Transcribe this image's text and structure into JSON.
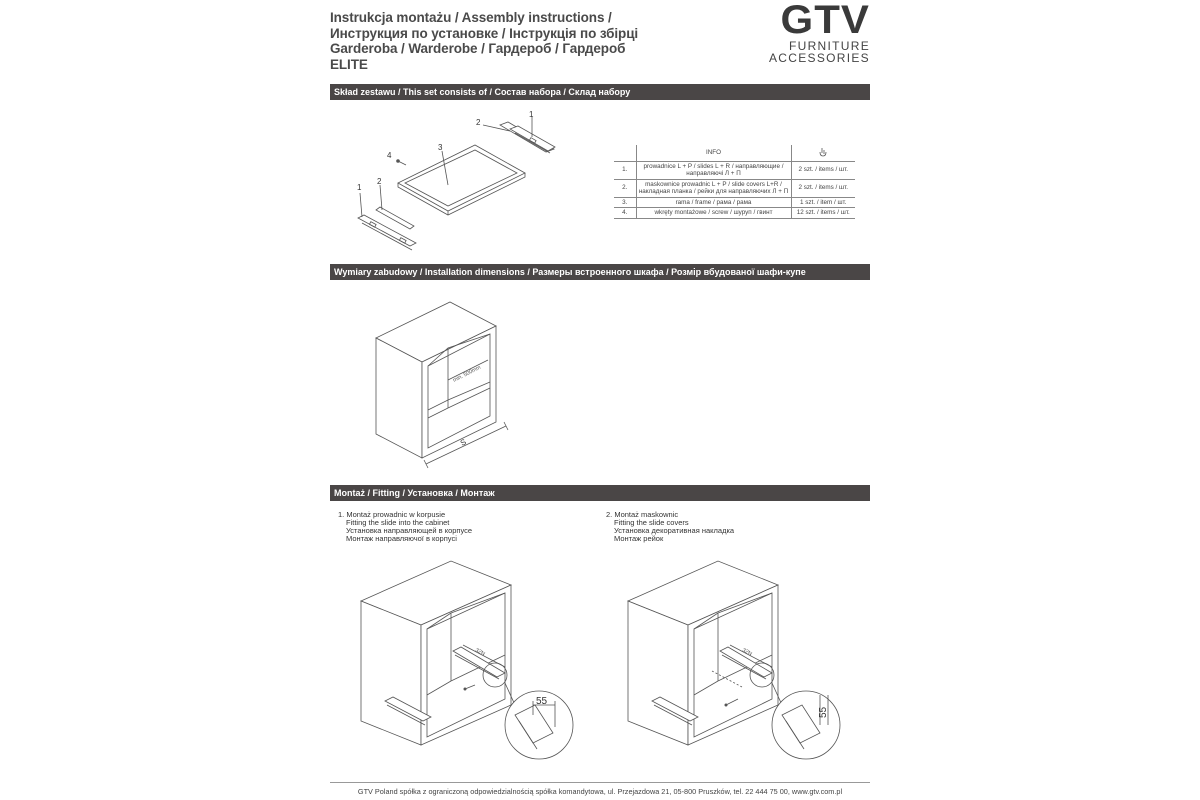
{
  "header": {
    "lines": [
      "Instrukcja montażu / Assembly instructions /",
      "Инструкция по установке / Інструкція по збірці",
      "Garderoba / Warderobe / Гардероб  / Гардероб",
      "ELITE"
    ]
  },
  "logo": {
    "mark": "GTV",
    "line1": "FURNITURE",
    "line2": "ACCESSORIES"
  },
  "sections": {
    "set": "Skład zestawu / This set consists of / Состав набора / Склад набору",
    "dimensions": "Wymiary zabudowy / Installation dimensions / Размеры встроенного шкафа / Розмір вбудованої шафи-купе",
    "fitting": "Montaż / Fitting / Установка / Монтаж"
  },
  "parts_labels": [
    "1",
    "2",
    "3",
    "4",
    "2",
    "1"
  ],
  "info_table": {
    "header": "INFO",
    "rows": [
      {
        "num": "1.",
        "desc": "prowadnice L + P / slides L + R / направляющие / направляючі Л + П",
        "qty": "2 szt. / items / шт."
      },
      {
        "num": "2.",
        "desc": "maskownice prowadnic L + P / slide covers L+R / накладная планка / рейки для направляючих Л + П",
        "qty": "2 szt. / items / шт."
      },
      {
        "num": "3.",
        "desc": "rama / frame / рама / рама",
        "qty": "1 szt. / item / шт."
      },
      {
        "num": "4.",
        "desc": "wkręty montażowe / screw / шуруп / гвинт",
        "qty": "12 szt. / items / шт."
      }
    ]
  },
  "dimension_labels": {
    "inner": "min. 500mm",
    "width": "S"
  },
  "steps": [
    {
      "lines": [
        "1. Montaż prowadnic w korpusie",
        "Fitting the slide into the cabinet",
        "Установка направляющей в корпусе",
        "Монтаж направляючої в корпусі"
      ]
    },
    {
      "lines": [
        "2. Montaż maskownic",
        "Fitting the slide covers",
        "Установка декоративная накладка",
        "Монтаж рейок"
      ]
    }
  ],
  "fitting_labels": {
    "small_dim": "32N",
    "detail_dim": "55"
  },
  "footer": "GTV Poland spółka z ograniczoną odpowiedzialnością spółka komandytowa, ul. Przejazdowa 21, 05-800 Pruszków, tel. 22 444 75 00, www.gtv.com.pl",
  "colors": {
    "bar": "#4a4646",
    "text": "#333333"
  }
}
